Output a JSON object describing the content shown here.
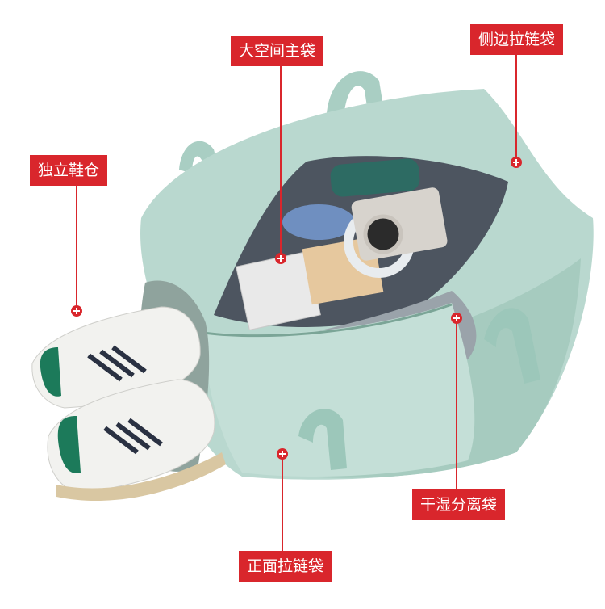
{
  "colors": {
    "accent": "#d9262c",
    "bag": "#b9d8cf",
    "bag_shadow": "#94bdb1",
    "inside": "#4d5560"
  },
  "callouts": [
    {
      "id": "main",
      "text": "大空间主袋"
    },
    {
      "id": "side",
      "text": "侧边拉链袋"
    },
    {
      "id": "shoe",
      "text": "独立鞋仓"
    },
    {
      "id": "wet",
      "text": "干湿分离袋"
    },
    {
      "id": "front",
      "text": "正面拉链袋"
    }
  ]
}
